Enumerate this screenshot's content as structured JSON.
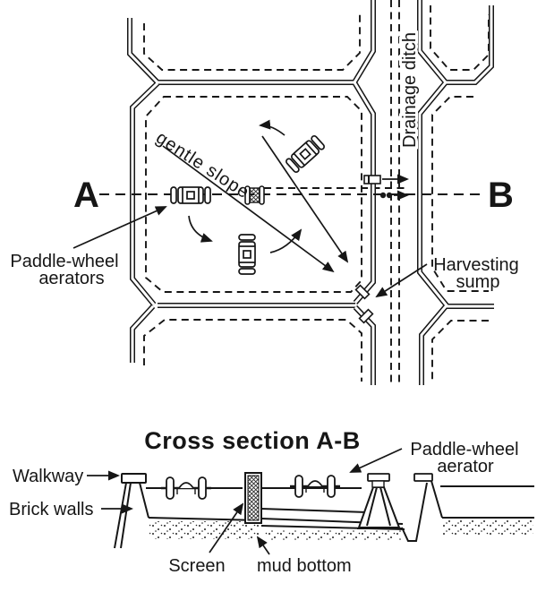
{
  "figure": {
    "background_color": "#ffffff",
    "ink_color": "#161616"
  },
  "plan_view": {
    "section_point_a": "A",
    "section_point_b": "B",
    "gentle_slope_label": "gentle slope",
    "drainage_ditch_label": "Drainage ditch",
    "aerators_label_line1": "Paddle-wheel",
    "aerators_label_line2": "aerators",
    "harvesting_sump_label_line1": "Harvesting",
    "harvesting_sump_label_line2": "sump"
  },
  "cross_section": {
    "title": "Cross section A-B",
    "walkway_label": "Walkway",
    "brick_walls_label": "Brick walls",
    "aerator_label_line1": "Paddle-wheel",
    "aerator_label_line2": "aerator",
    "screen_label": "Screen",
    "mud_bottom_label": "mud bottom"
  }
}
